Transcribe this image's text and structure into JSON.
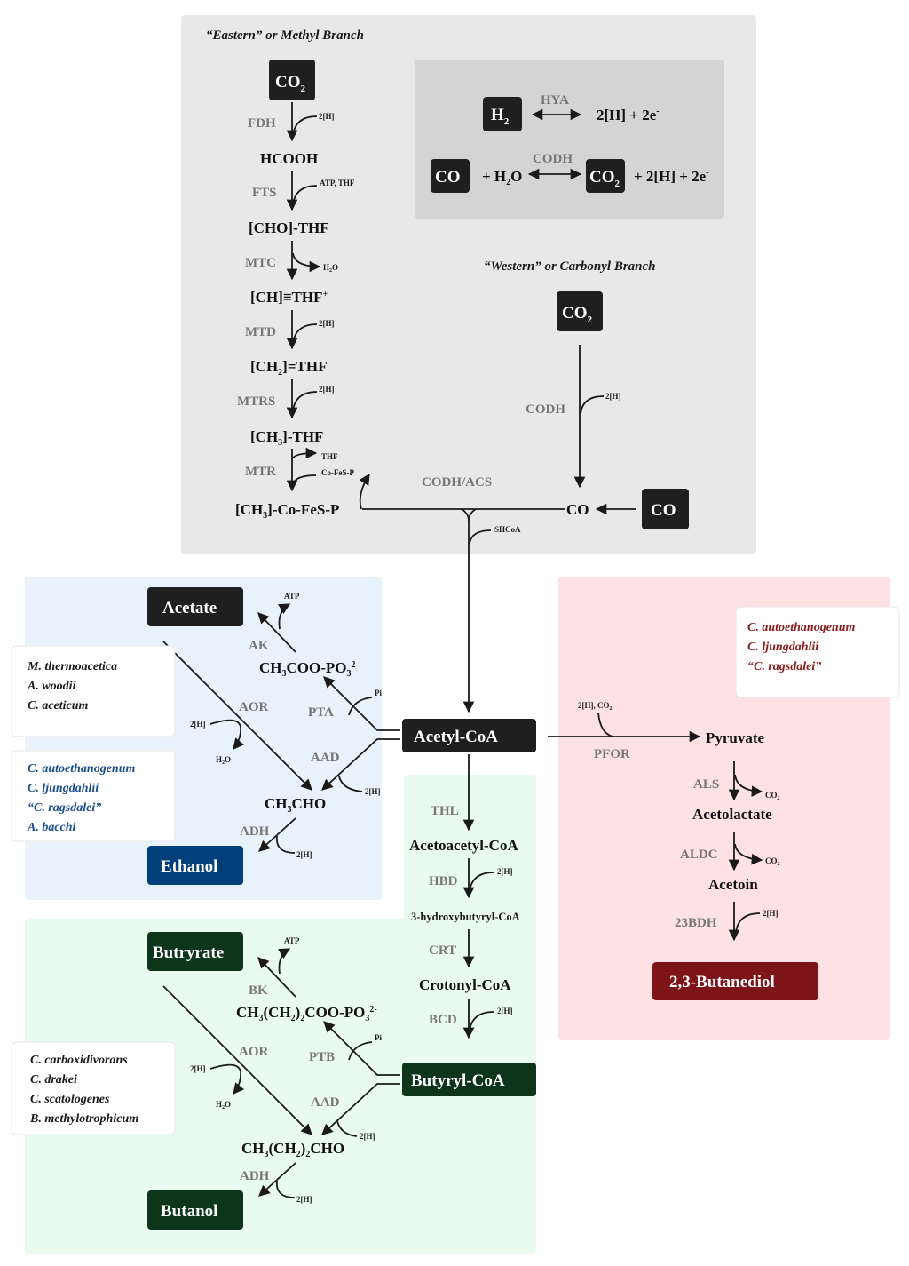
{
  "branches": {
    "eastern": "“Eastern” or Methyl Branch",
    "western": "“Western” or Carbonyl Branch"
  },
  "methyl": {
    "co2": "CO",
    "co2_sub": "2",
    "steps": [
      {
        "enzyme": "FDH",
        "cofactor": "2[H]"
      },
      {
        "enzyme": "FTS",
        "cofactor": "ATP, THF"
      },
      {
        "enzyme": "MTC",
        "cofactor": "H",
        "cofactor_sub": "2",
        "cofactor_tail": "O"
      },
      {
        "enzyme": "MTD",
        "cofactor": "2[H]"
      },
      {
        "enzyme": "MTRS",
        "cofactor": "2[H]"
      },
      {
        "enzyme": "MTR",
        "cofactor": "THF",
        "cofactor2": "Co-FeS-P"
      }
    ],
    "compounds": {
      "hcooh": "HCOOH",
      "cho_thf": "[CHO]-THF",
      "ch_thf": "[CH]≡THF",
      "ch_thf_sup": "+",
      "ch2_a": "[CH",
      "ch2_sub": "2",
      "ch2_b": "]=THF",
      "ch3_a": "[CH",
      "ch3_sub": "3",
      "ch3_b": "]-THF",
      "cofes_a": "[CH",
      "cofes_sub": "3",
      "cofes_b": "]-Co-FeS-P"
    }
  },
  "side_box": {
    "h2": "H",
    "h2_sub": "2",
    "hya": "HYA",
    "hya_product": "2[H]  +  2e",
    "hya_sup": "-",
    "co": "CO",
    "codh": "CODH",
    "h2o_a": "+ H",
    "h2o_sub": "2",
    "h2o_b": "O",
    "co2": "CO",
    "co2_sub": "2",
    "codh_product": "+ 2[H] + 2e",
    "codh_sup": "-"
  },
  "carbonyl": {
    "co2": "CO",
    "co2_sub": "2",
    "codh": "CODH",
    "cofactor": "2[H]",
    "co_text": "CO",
    "co_box": "CO",
    "codh_acs": "CODH/ACS",
    "shcoa": "SHCoA"
  },
  "acetyl_coa": "Acetyl-CoA",
  "acetate_path": {
    "acetate": "Acetate",
    "atp": "ATP",
    "ak": "AK",
    "ac_p_a": "CH",
    "ac_p_sub": "3",
    "ac_p_b": "COO-PO",
    "ac_p_sub2": "3",
    "ac_p_sup": "2-",
    "pi": "Pi",
    "pta": "PTA",
    "aor": "AOR",
    "aor_2h": "2[H]",
    "aor_h2o_a": "H",
    "aor_h2o_sub": "2",
    "aor_h2o_b": "O",
    "aad": "AAD",
    "aad_2h": "2[H]",
    "acald_a": "CH",
    "acald_sub": "3",
    "acald_b": "CHO",
    "adh": "ADH",
    "adh_2h": "2[H]",
    "ethanol": "Ethanol"
  },
  "species": {
    "acetogens": [
      "M. thermoacetica",
      "A. woodii",
      "C. aceticum"
    ],
    "ethanol_producers": [
      "C. autoethanogenum",
      "C. ljungdahlii",
      "“C. ragsdalei”",
      "A. bacchi"
    ],
    "bdo_producers": [
      "C. autoethanogenum",
      "C. ljungdahlii",
      "“C. ragsdalei”"
    ],
    "butanol_producers": [
      "C. carboxidivorans",
      "C. drakei",
      "C. scatologenes",
      "B. methylotrophicum"
    ]
  },
  "chain": {
    "thl": "THL",
    "acetoacetyl": "Acetoacetyl-CoA",
    "hbd": "HBD",
    "hbd_2h": "2[H]",
    "hydroxybutyryl": "3-hydroxybutyryl-CoA",
    "crt": "CRT",
    "crotonyl": "Crotonyl-CoA",
    "bcd": "BCD",
    "bcd_2h": "2[H]",
    "butyryl_coa": "Butyryl-CoA"
  },
  "butyrate_path": {
    "butyrate": "Butryrate",
    "atp": "ATP",
    "bk": "BK",
    "bu_p_a": "CH",
    "bu_p_s1": "3",
    "bu_p_b": "(CH",
    "bu_p_s2": "2",
    "bu_p_c": ")",
    "bu_p_s3": "2",
    "bu_p_d": "COO-PO",
    "bu_p_s4": "3",
    "bu_p_sup": "2-",
    "pi": "Pi",
    "ptb": "PTB",
    "aor": "AOR",
    "aor_2h": "2[H]",
    "aor_h2o_a": "H",
    "aor_h2o_sub": "2",
    "aor_h2o_b": "O",
    "aad": "AAD",
    "aad_2h": "2[H]",
    "bual_a": "CH",
    "bual_s1": "3",
    "bual_b": "(CH",
    "bual_s2": "2",
    "bual_c": ")",
    "bual_s3": "2",
    "bual_d": "CHO",
    "adh": "ADH",
    "adh_2h": "2[H]",
    "butanol": "Butanol"
  },
  "bdo_path": {
    "pfor_input_a": "2[H], CO",
    "pfor_input_sub": "2",
    "pfor": "PFOR",
    "pyruvate": "Pyruvate",
    "als": "ALS",
    "als_co2_a": "CO",
    "als_co2_sub": "2",
    "acetolactate": "Acetolactate",
    "aldc": "ALDC",
    "aldc_co2_a": "CO",
    "aldc_co2_sub": "2",
    "acetoin": "Acetoin",
    "bdh": "23BDH",
    "bdh_2h": "2[H]",
    "butanediol": "2,3-Butanediol"
  },
  "colors": {
    "gray_panel": "#e8e8e8",
    "gray_inner": "#d4d4d4",
    "blue_panel": "#e8f2fc",
    "green_panel": "#e9fbef",
    "red_panel": "#fde1e3",
    "dark_box": "#1f1f1f",
    "ethanol_box": "#003f7a",
    "green_box": "#0c3519",
    "red_box": "#7d1418",
    "blue_text": "#1a4f8c",
    "red_text": "#8b1a1a"
  }
}
